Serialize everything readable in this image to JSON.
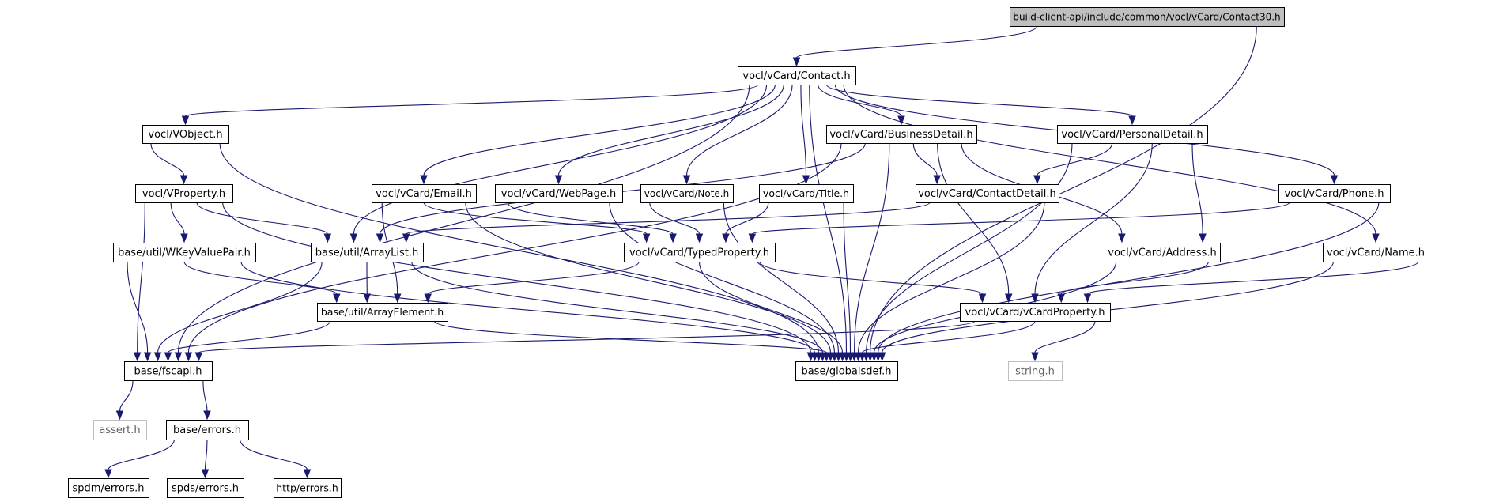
{
  "graph": {
    "edge_color": "#191970",
    "root_fill": "#bfbfbf",
    "external_border": "#bfbfbf",
    "nodes": [
      {
        "id": "root",
        "label": "build-client-api/include/common/vocl/vCard/Contact30.h",
        "kind": "root"
      },
      {
        "id": "contact",
        "label": "vocl/vCard/Contact.h"
      },
      {
        "id": "vobject",
        "label": "vocl/VObject.h"
      },
      {
        "id": "business",
        "label": "vocl/vCard/BusinessDetail.h"
      },
      {
        "id": "personal",
        "label": "vocl/vCard/PersonalDetail.h"
      },
      {
        "id": "vproperty",
        "label": "vocl/VProperty.h"
      },
      {
        "id": "email",
        "label": "vocl/vCard/Email.h"
      },
      {
        "id": "webpage",
        "label": "vocl/vCard/WebPage.h"
      },
      {
        "id": "note",
        "label": "vocl/vCard/Note.h"
      },
      {
        "id": "title",
        "label": "vocl/vCard/Title.h"
      },
      {
        "id": "contactdetail",
        "label": "vocl/vCard/ContactDetail.h"
      },
      {
        "id": "phone",
        "label": "vocl/vCard/Phone.h"
      },
      {
        "id": "wkeyvalue",
        "label": "base/util/WKeyValuePair.h"
      },
      {
        "id": "arraylist",
        "label": "base/util/ArrayList.h"
      },
      {
        "id": "typedprop",
        "label": "vocl/vCard/TypedProperty.h"
      },
      {
        "id": "address",
        "label": "vocl/vCard/Address.h"
      },
      {
        "id": "name",
        "label": "vocl/vCard/Name.h"
      },
      {
        "id": "arrayelement",
        "label": "base/util/ArrayElement.h"
      },
      {
        "id": "vcardprop",
        "label": "vocl/vCard/vCardProperty.h"
      },
      {
        "id": "fscapi",
        "label": "base/fscapi.h"
      },
      {
        "id": "globalsdef",
        "label": "base/globalsdef.h"
      },
      {
        "id": "stringh",
        "label": "string.h",
        "kind": "ghost"
      },
      {
        "id": "asserth",
        "label": "assert.h",
        "kind": "ghost"
      },
      {
        "id": "errors",
        "label": "base/errors.h"
      },
      {
        "id": "spdm",
        "label": "spdm/errors.h"
      },
      {
        "id": "spds",
        "label": "spds/errors.h"
      },
      {
        "id": "http",
        "label": "http/errors.h"
      }
    ],
    "edges": [
      [
        "root",
        "contact"
      ],
      [
        "root",
        "globalsdef"
      ],
      [
        "contact",
        "vobject"
      ],
      [
        "contact",
        "business"
      ],
      [
        "contact",
        "personal"
      ],
      [
        "contact",
        "email"
      ],
      [
        "contact",
        "webpage"
      ],
      [
        "contact",
        "note"
      ],
      [
        "contact",
        "title"
      ],
      [
        "contact",
        "phone"
      ],
      [
        "contact",
        "name"
      ],
      [
        "contact",
        "arraylist"
      ],
      [
        "contact",
        "fscapi"
      ],
      [
        "contact",
        "globalsdef"
      ],
      [
        "vobject",
        "vproperty"
      ],
      [
        "vobject",
        "globalsdef"
      ],
      [
        "business",
        "contactdetail"
      ],
      [
        "business",
        "address"
      ],
      [
        "business",
        "vcardprop"
      ],
      [
        "business",
        "arraylist"
      ],
      [
        "business",
        "fscapi"
      ],
      [
        "business",
        "globalsdef"
      ],
      [
        "personal",
        "contactdetail"
      ],
      [
        "personal",
        "address"
      ],
      [
        "personal",
        "vcardprop"
      ],
      [
        "personal",
        "globalsdef"
      ],
      [
        "vproperty",
        "wkeyvalue"
      ],
      [
        "vproperty",
        "arraylist"
      ],
      [
        "vproperty",
        "fscapi"
      ],
      [
        "vproperty",
        "globalsdef"
      ],
      [
        "email",
        "typedprop"
      ],
      [
        "email",
        "arrayelement"
      ],
      [
        "email",
        "globalsdef"
      ],
      [
        "webpage",
        "typedprop"
      ],
      [
        "webpage",
        "globalsdef"
      ],
      [
        "note",
        "typedprop"
      ],
      [
        "note",
        "globalsdef"
      ],
      [
        "title",
        "typedprop"
      ],
      [
        "title",
        "globalsdef"
      ],
      [
        "contactdetail",
        "arraylist"
      ],
      [
        "contactdetail",
        "globalsdef"
      ],
      [
        "phone",
        "typedprop"
      ],
      [
        "phone",
        "globalsdef"
      ],
      [
        "wkeyvalue",
        "arrayelement"
      ],
      [
        "wkeyvalue",
        "fscapi"
      ],
      [
        "wkeyvalue",
        "globalsdef"
      ],
      [
        "arraylist",
        "arrayelement"
      ],
      [
        "arraylist",
        "fscapi"
      ],
      [
        "arraylist",
        "globalsdef"
      ],
      [
        "typedprop",
        "arrayelement"
      ],
      [
        "typedprop",
        "vcardprop"
      ],
      [
        "typedprop",
        "globalsdef"
      ],
      [
        "address",
        "vcardprop"
      ],
      [
        "address",
        "globalsdef"
      ],
      [
        "name",
        "vcardprop"
      ],
      [
        "name",
        "globalsdef"
      ],
      [
        "arrayelement",
        "fscapi"
      ],
      [
        "arrayelement",
        "globalsdef"
      ],
      [
        "vcardprop",
        "fscapi"
      ],
      [
        "vcardprop",
        "globalsdef"
      ],
      [
        "vcardprop",
        "stringh"
      ],
      [
        "fscapi",
        "asserth"
      ],
      [
        "fscapi",
        "errors"
      ],
      [
        "errors",
        "spdm"
      ],
      [
        "errors",
        "spds"
      ],
      [
        "errors",
        "http"
      ]
    ]
  }
}
